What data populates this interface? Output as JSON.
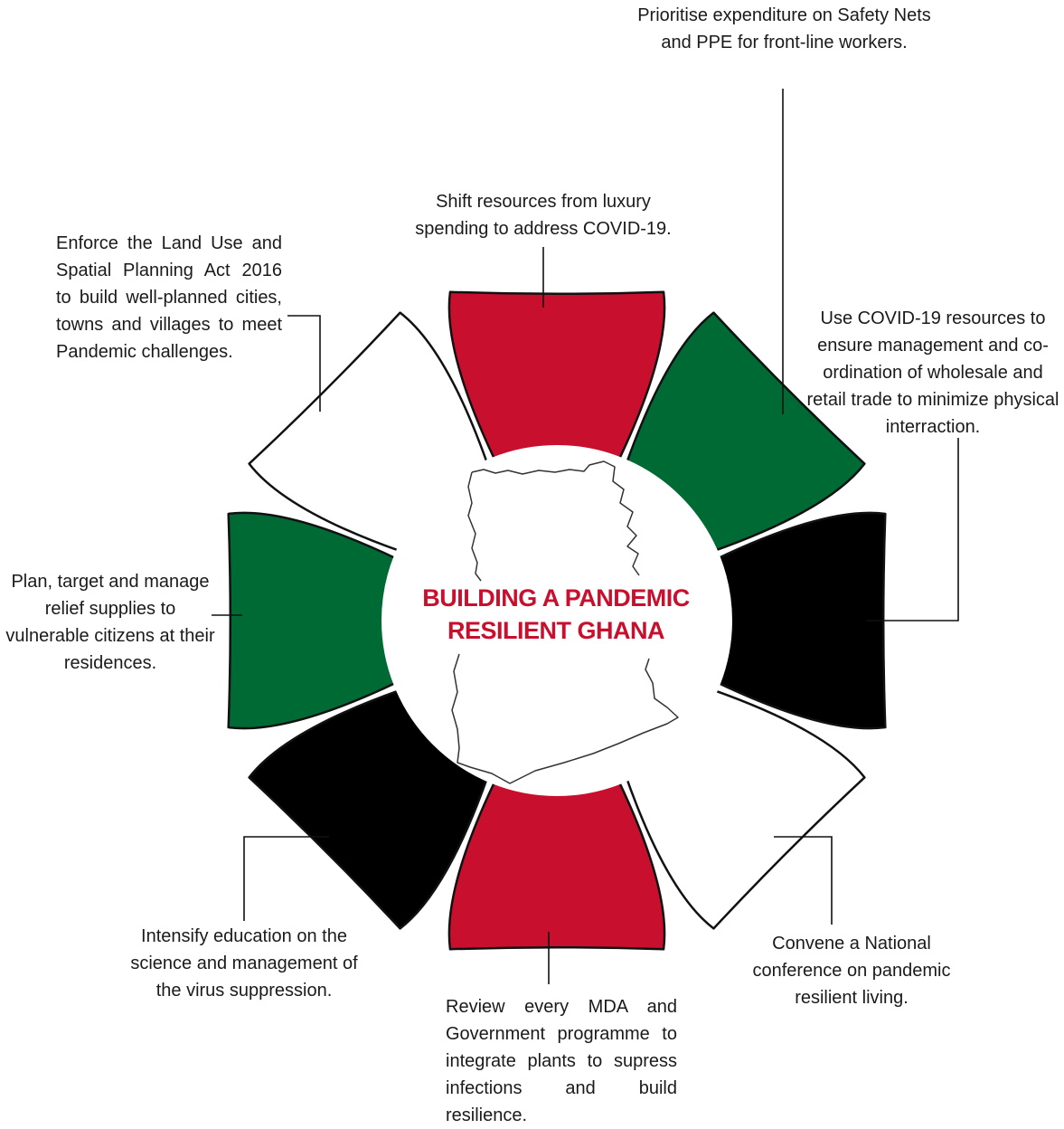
{
  "center": {
    "title_line1": "BUILDING A PANDEMIC",
    "title_line2": "RESILIENT GHANA"
  },
  "colors": {
    "red": "#c8102e",
    "green": "#006a35",
    "black": "#000000",
    "white": "#ffffff",
    "title": "#c8102e",
    "outline": "#111111"
  },
  "segments": [
    {
      "id": "top",
      "color": "red"
    },
    {
      "id": "top-right",
      "color": "green"
    },
    {
      "id": "right",
      "color": "black"
    },
    {
      "id": "bottom-right",
      "color": "white"
    },
    {
      "id": "bottom",
      "color": "red"
    },
    {
      "id": "bottom-left",
      "color": "black"
    },
    {
      "id": "left",
      "color": "green"
    },
    {
      "id": "top-left",
      "color": "white"
    }
  ],
  "labels": {
    "top_right": "Prioritise expenditure  on Safety Nets and PPE for front-line workers.",
    "top": "Shift resources from luxury spending to address COVID-19.",
    "top_left": "Enforce the Land Use and Spatial Planning Act 2016 to build well-planned cities, towns and villages to meet Pandemic challenges.",
    "right": "Use COVID-19 resources to ensure management and co-ordination of wholesale and retail trade to minimize physical interraction.",
    "left": "Plan, target and manage relief supplies to vulnerable citizens at their residences.",
    "bottom_left": "Intensify education on the science and management of the virus suppression.",
    "bottom": "Review every MDA and Government programme to integrate plants to supress infections and build resilience.",
    "bottom_right": "Convene a National conference on pandemic resilient living."
  }
}
